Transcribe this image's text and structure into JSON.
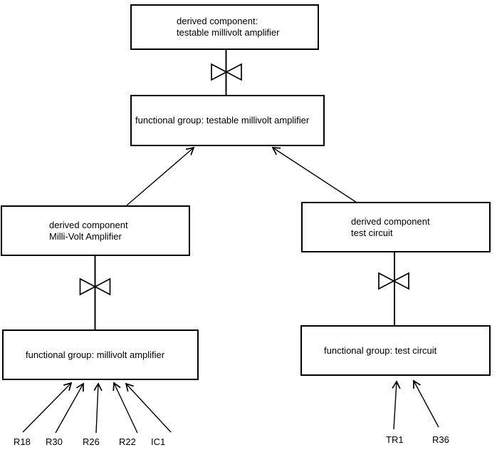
{
  "nodes": {
    "derived_testable": {
      "line1": "derived component:",
      "line2": "testable millivolt amplifier"
    },
    "fg_testable": {
      "line1": "functional group: testable millivolt amplifier"
    },
    "derived_millivolt": {
      "line1": "derived component",
      "line2": "Milli-Volt Amplifier"
    },
    "derived_test": {
      "line1": "derived component",
      "line2": "test circuit"
    },
    "fg_millivolt": {
      "line1": "functional group: millivolt amplifier"
    },
    "fg_test": {
      "line1": "functional group: test circuit"
    }
  },
  "components": {
    "left": [
      "R18",
      "R30",
      "R26",
      "R22",
      "IC1"
    ],
    "right": [
      "TR1",
      "R36"
    ]
  },
  "icons": {
    "bowtie": "bowtie-connector",
    "arrowhead": "open-arrowhead"
  },
  "colors": {
    "background": "#ffffff",
    "line": "#000000",
    "text": "#000000"
  }
}
